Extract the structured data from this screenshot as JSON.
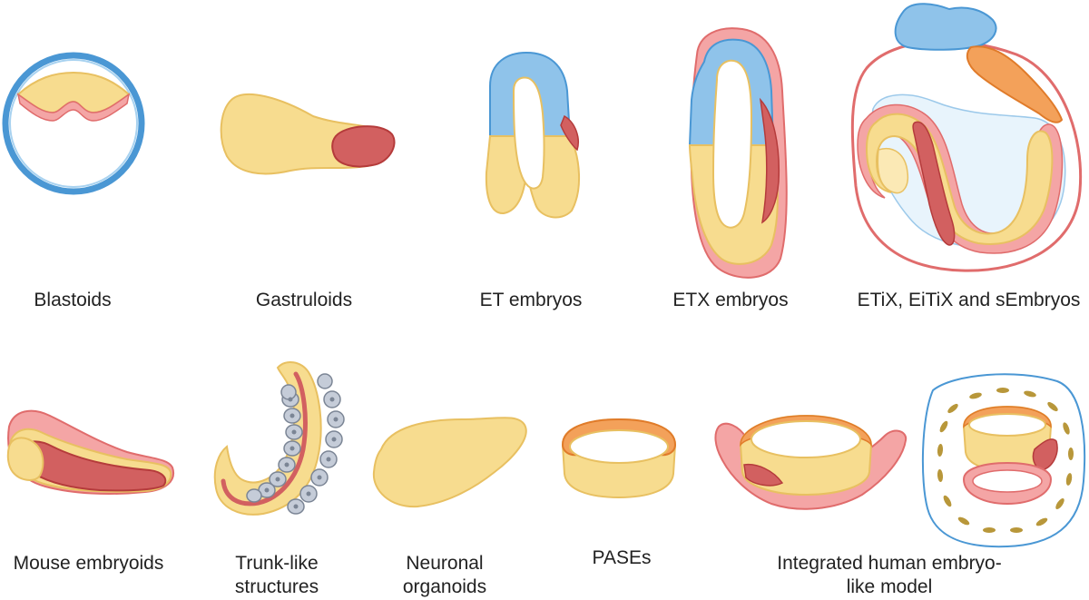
{
  "labels": {
    "blastoids": "Blastoids",
    "gastruloids": "Gastruloids",
    "et_embryos": "ET embryos",
    "etx_embryos": "ETX embryos",
    "etix": "ETiX, EiTiX and sEmbryos",
    "mouse_embryoids": "Mouse embryoids",
    "trunk_like_1": "Trunk-like",
    "trunk_like_2": "structures",
    "neuronal_1": "Neuronal",
    "neuronal_2": "organoids",
    "pases": "PASEs",
    "integrated_1": "Integrated human embryo-",
    "integrated_2": "like model"
  },
  "colors": {
    "epiblast_yellow": "#f7dc8f",
    "yellow_outline": "#e8c061",
    "extraembryonic_blue": "#8fc3ea",
    "blue_outline": "#4a97d4",
    "mesoderm_red": "#d26060",
    "red_outline": "#b53b3b",
    "pink": "#f4a5a5",
    "pink_outline": "#e06c6c",
    "orange": "#f3a15a",
    "cell_grey": "#c5ccd8",
    "dash_olive": "#b8973a"
  }
}
